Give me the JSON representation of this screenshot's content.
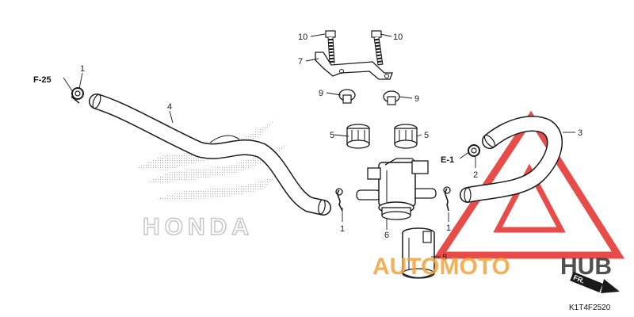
{
  "callouts": {
    "c1_left": "1",
    "c4": "4",
    "c10_left": "10",
    "c10_right": "10",
    "c7": "7",
    "c9_left": "9",
    "c9_right": "9",
    "c5_left": "5",
    "c5_right": "5",
    "c1_mid": "1",
    "c6": "6",
    "c8": "8",
    "c3": "3",
    "c2": "2",
    "c1_right": "1"
  },
  "refs": {
    "f25": "F-25",
    "e1": "E-1"
  },
  "fr_label": "FR.",
  "diagram_code": "K1T4F2520",
  "watermark": {
    "brand": "HONDA",
    "site_part1": "AUTOMOTO",
    "site_part2": "HUB",
    "color_red": "#e53935",
    "color_orange": "#f2a33a",
    "color_dark": "#333333"
  }
}
